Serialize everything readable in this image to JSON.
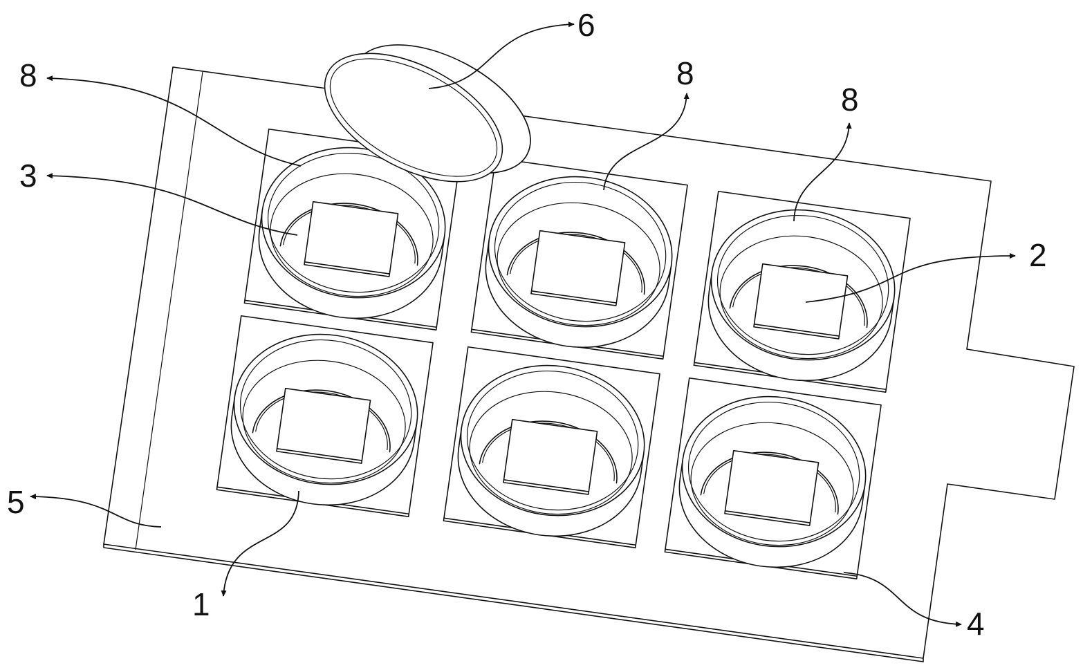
{
  "callouts": [
    {
      "id": "callout-1",
      "text": "1"
    },
    {
      "id": "callout-2",
      "text": "2"
    },
    {
      "id": "callout-3",
      "text": "3"
    },
    {
      "id": "callout-4",
      "text": "4"
    },
    {
      "id": "callout-5",
      "text": "5"
    },
    {
      "id": "callout-6",
      "text": "6"
    },
    {
      "id": "callout-8a",
      "text": "8"
    },
    {
      "id": "callout-8b",
      "text": "8"
    },
    {
      "id": "callout-8c",
      "text": "8"
    }
  ]
}
